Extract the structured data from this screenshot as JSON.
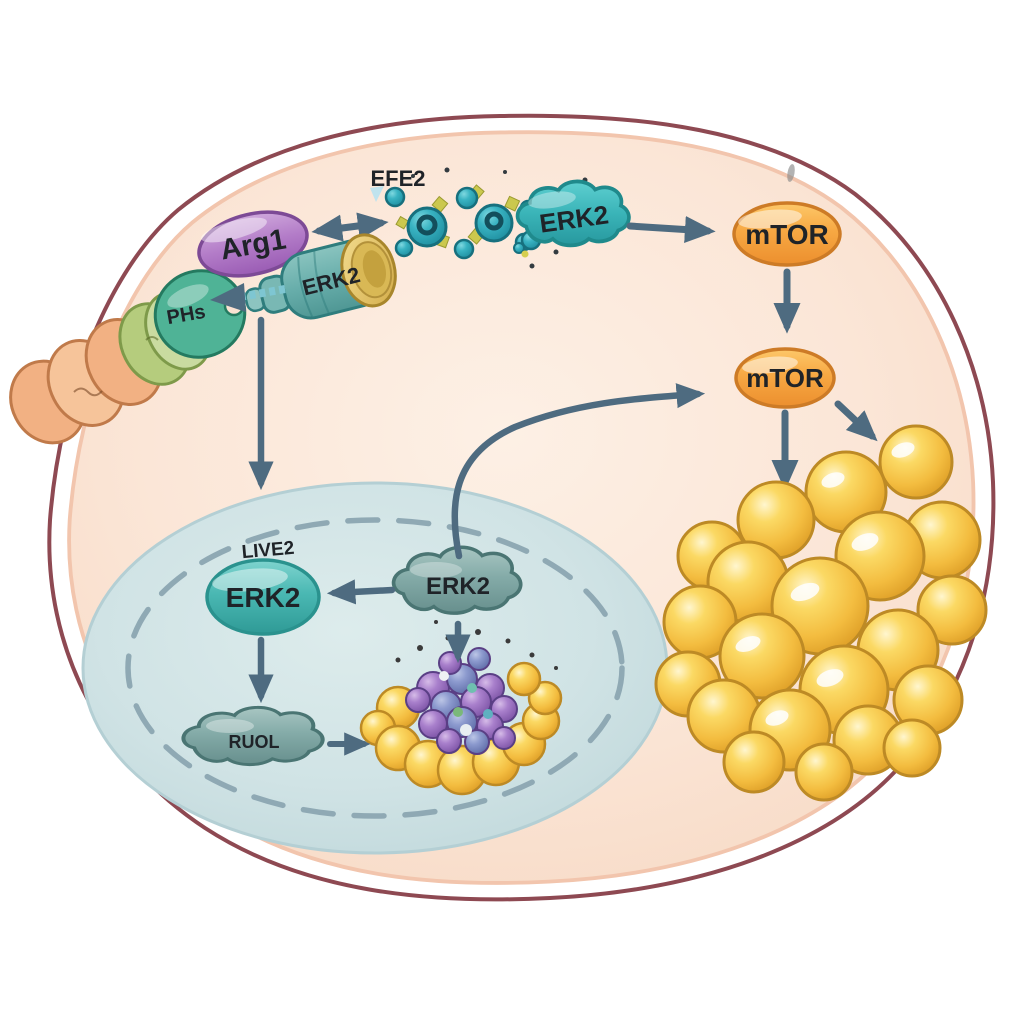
{
  "diagram": {
    "type": "cell-signaling-pathway-illustration",
    "labels": {
      "arg1": "Arg1",
      "receptor_tag": "EFE2",
      "erk2_cytoplasmic": "ERK2",
      "erk2_vesicle": "ERK2",
      "transporter_head": "PHs",
      "mtor_upper": "mTOR",
      "mtor_lower": "mTOR",
      "nuclear_tag": "LIVE2",
      "erk2_nuclear": "ERK2",
      "erk2_nuclear_cloud": "ERK2",
      "nuclear_effector": "RUOL"
    },
    "relationships": [
      "Arg1 <-> receptor complex (double arrow)",
      "ERK2 cloud -> mTOR (upper)",
      "mTOR (upper) -> mTOR (lower)",
      "mTOR (lower) -> lipid droplet cluster (two arrows)",
      "ERK2 vesicle -> membrane transporter (dart arrow)",
      "ERK2 vesicle -> nucleus (long down arrow)",
      "nuclear ERK2 cloud -> nuclear ERK2 oval",
      "nuclear ERK2 oval -> nuclear effector cloud",
      "nuclear effector cloud -> ribosome cluster",
      "nuclear ERK2 cloud -> ribosome cluster",
      "nuclear ERK2 cloud -> mTOR (lower) (curved export arrow)"
    ]
  },
  "colors": {
    "arrow": "#4e6b80",
    "membrane": "#8e4952",
    "cytoplasm": "#fbe6d7",
    "cytoplasm-edge": "#f2c5ad",
    "nucleus": "#d0e3e5",
    "nucleus-dash": "#8fa9b4",
    "teal": "#3ab4b8",
    "teal-dark": "#1f8a8c",
    "slate-teal": "#84aba8",
    "orange": "#f7a843",
    "orange-edge": "#cd7b26",
    "purple": "#b37cc8",
    "purple-edge": "#7d4a96",
    "gold": "#f3bc3f",
    "gold-edge": "#bd8a25",
    "berry": "#a980cc",
    "berry-blue": "#8c9ace",
    "text": "#1f2328"
  }
}
